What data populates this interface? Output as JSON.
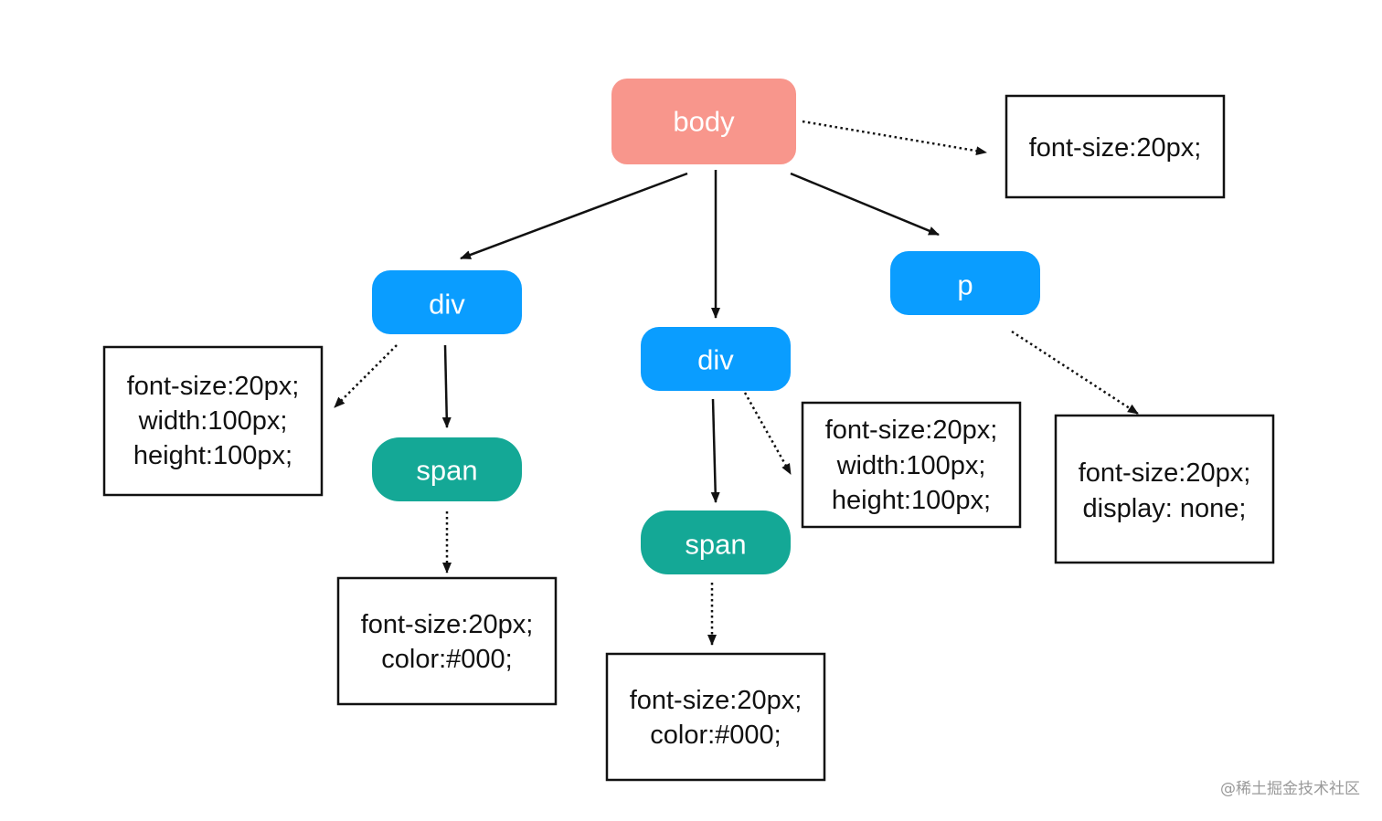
{
  "colors": {
    "root_node": "#F8968C",
    "element_node": "#0A9DFF",
    "text_node": "#14A896",
    "edge": "#111111",
    "watermark": "#9A9A9A"
  },
  "nodes": {
    "body": "body",
    "div_left": "div",
    "div_center": "div",
    "p": "p",
    "span_left": "span",
    "span_center": "span"
  },
  "styles": {
    "body": [
      "font-size:20px;"
    ],
    "div_left": [
      "font-size:20px;",
      "width:100px;",
      "height:100px;"
    ],
    "span_left": [
      "font-size:20px;",
      "color:#000;"
    ],
    "div_center": [
      "font-size:20px;",
      "width:100px;",
      "height:100px;"
    ],
    "span_center": [
      "font-size:20px;",
      "color:#000;"
    ],
    "p": [
      "font-size:20px;",
      "display: none;"
    ]
  },
  "watermark": "@稀土掘金技术社区"
}
